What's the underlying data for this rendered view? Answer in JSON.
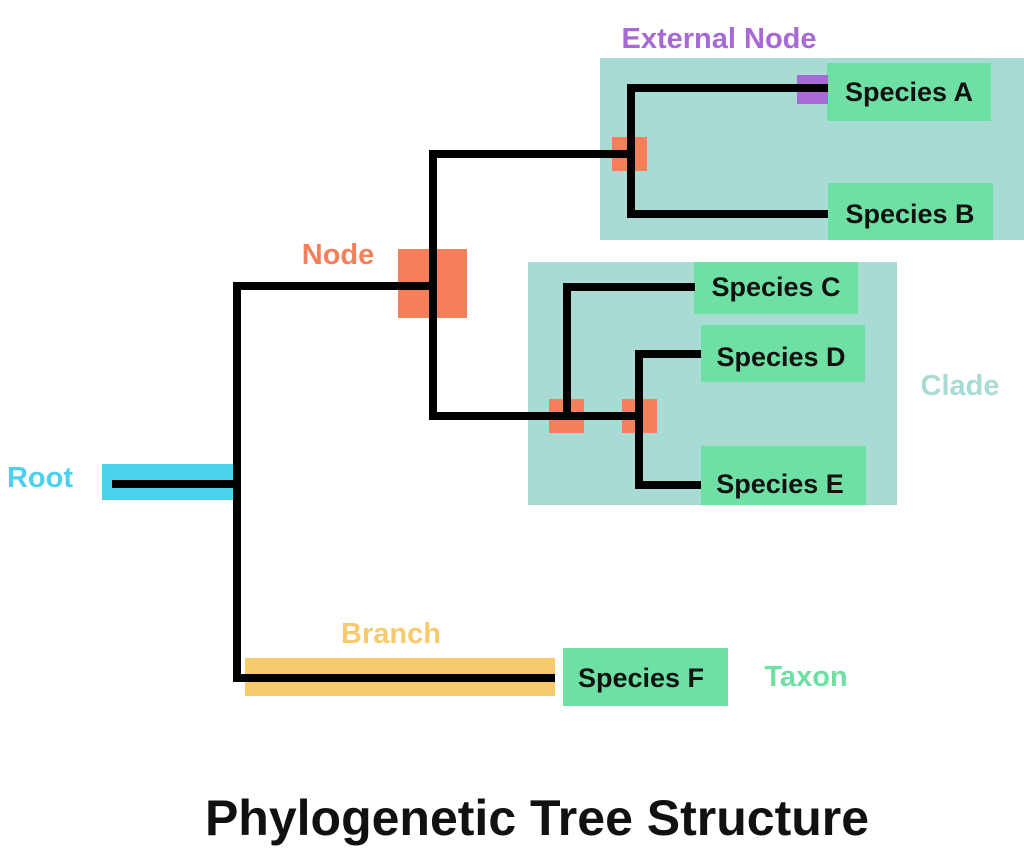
{
  "title": "Phylogenetic Tree Structure",
  "labels": {
    "external_node": "External Node",
    "node": "Node",
    "clade": "Clade",
    "root": "Root",
    "branch": "Branch",
    "taxon": "Taxon"
  },
  "species": {
    "a": "Species A",
    "b": "Species B",
    "c": "Species C",
    "d": "Species D",
    "e": "Species E",
    "f": "Species F"
  },
  "colors": {
    "line": "#000000",
    "species_box": "#6ee0a4",
    "clade_box": "#a8dbd4",
    "node_marker": "#f57e5b",
    "external_node": "#a769d4",
    "root": "#4bd0ee",
    "branch": "#f7ca6c",
    "taxon_text": "#6ee0a4",
    "clade_text": "#a8dbd4",
    "node_text": "#f57e5b",
    "external_node_text": "#a769d4",
    "root_text": "#4bd0ee",
    "branch_text": "#f7ca6c"
  }
}
